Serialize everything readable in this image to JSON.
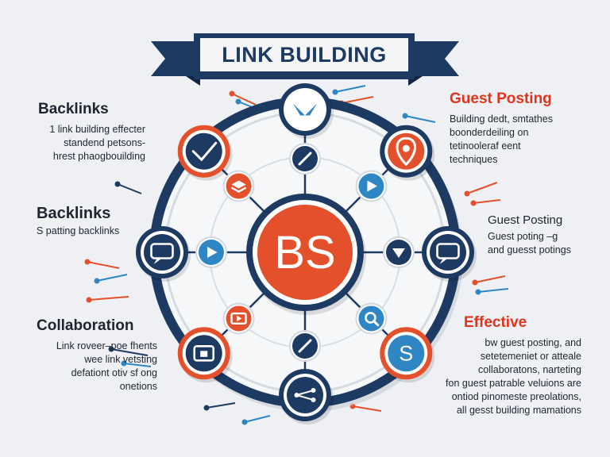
{
  "title": "LINK BUILDING",
  "center_label": "BS",
  "colors": {
    "navy": "#1d3a63",
    "orange": "#e4502b",
    "red_heading": "#e0341f",
    "sky": "#2f86c4",
    "background": "#eef0f3"
  },
  "left_blocks": [
    {
      "heading": "Backlinks",
      "lines": [
        "1 link building effecter",
        "standend petsons-",
        "hrest phaogbouilding"
      ]
    },
    {
      "heading": "Backlinks",
      "lines": [
        "S patting backlinks"
      ]
    },
    {
      "heading": "Collaboration",
      "lines": [
        "Link roveer–poe fhents",
        "wee link vetsting",
        "defationt otiv sf ong",
        "onetions"
      ]
    }
  ],
  "right_blocks": [
    {
      "heading": "Guest Posting",
      "lines": [
        "Building dedt, smtathes",
        "boonderdeiling on",
        "tetinooleraf eent",
        "techniques"
      ]
    },
    {
      "heading": "Guest Posting",
      "lines": [
        "Guest poting –g",
        "and guesst potings"
      ]
    },
    {
      "heading": "Effective",
      "lines": [
        "bw guest posting, and",
        "setetemeniet or atteale",
        "collaboratons, narteting",
        "fon guest patrable veluions are",
        "ontiod pinomeste preolations,",
        "all gesst building mamations"
      ]
    }
  ],
  "nodes": [
    {
      "icon": "arrow-swap-icon"
    },
    {
      "icon": "location-pin-icon"
    },
    {
      "icon": "chat-bubble-icon"
    },
    {
      "icon": "s-letter-icon"
    },
    {
      "icon": "share-icon"
    },
    {
      "icon": "reply-icon"
    },
    {
      "icon": "message-icon"
    },
    {
      "icon": "checkmark-icon"
    }
  ],
  "inner_nodes": [
    {
      "icon": "edit-icon"
    },
    {
      "icon": "play-icon"
    },
    {
      "icon": "triangle-down-icon"
    },
    {
      "icon": "search-icon"
    },
    {
      "icon": "edit-icon"
    },
    {
      "icon": "media-play-icon"
    },
    {
      "icon": "play-icon"
    },
    {
      "icon": "layers-icon"
    }
  ]
}
